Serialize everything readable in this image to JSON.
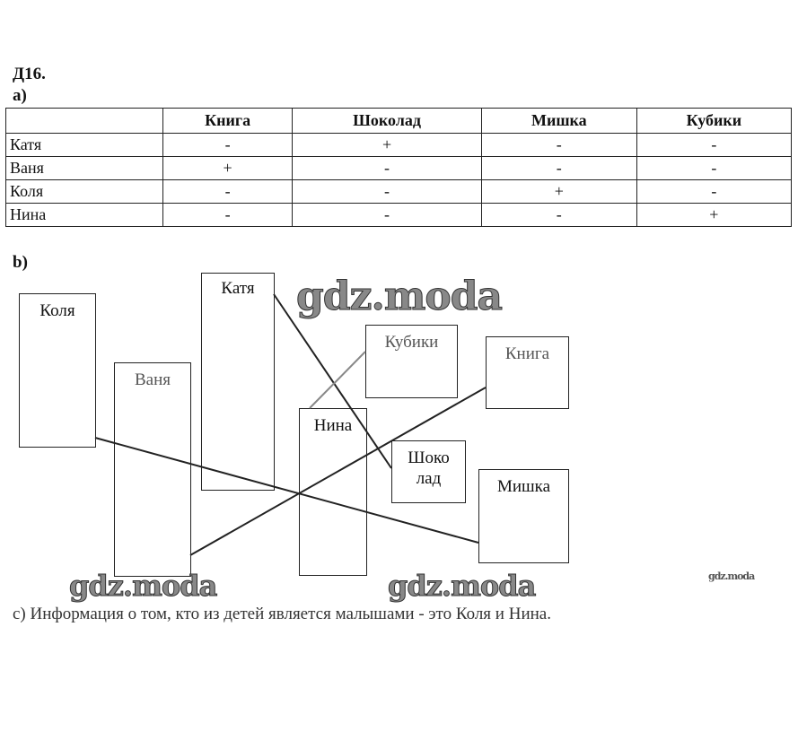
{
  "title": "Д16.",
  "part_a": "а)",
  "table": {
    "headers": [
      "",
      "Книга",
      "Шоколад",
      "Мишка",
      "Кубики"
    ],
    "rows": [
      {
        "name": "Катя",
        "cells": [
          "-",
          "+",
          "-",
          "-"
        ]
      },
      {
        "name": "Ваня",
        "cells": [
          "+",
          "-",
          "-",
          "-"
        ]
      },
      {
        "name": "Коля",
        "cells": [
          "-",
          "-",
          "+",
          "-"
        ]
      },
      {
        "name": "Нина",
        "cells": [
          "-",
          "-",
          "-",
          "+"
        ]
      }
    ]
  },
  "part_b": "b)",
  "diagram": {
    "children": [
      "Коля",
      "Ваня",
      "Катя",
      "Нина"
    ],
    "items": [
      "Кубики",
      "Книга",
      "Шоко лад",
      "Мишка"
    ]
  },
  "part_c": "c) Информация о том, кто из детей является  малышами - это Коля и Нина.",
  "watermark": "gdz.moda"
}
